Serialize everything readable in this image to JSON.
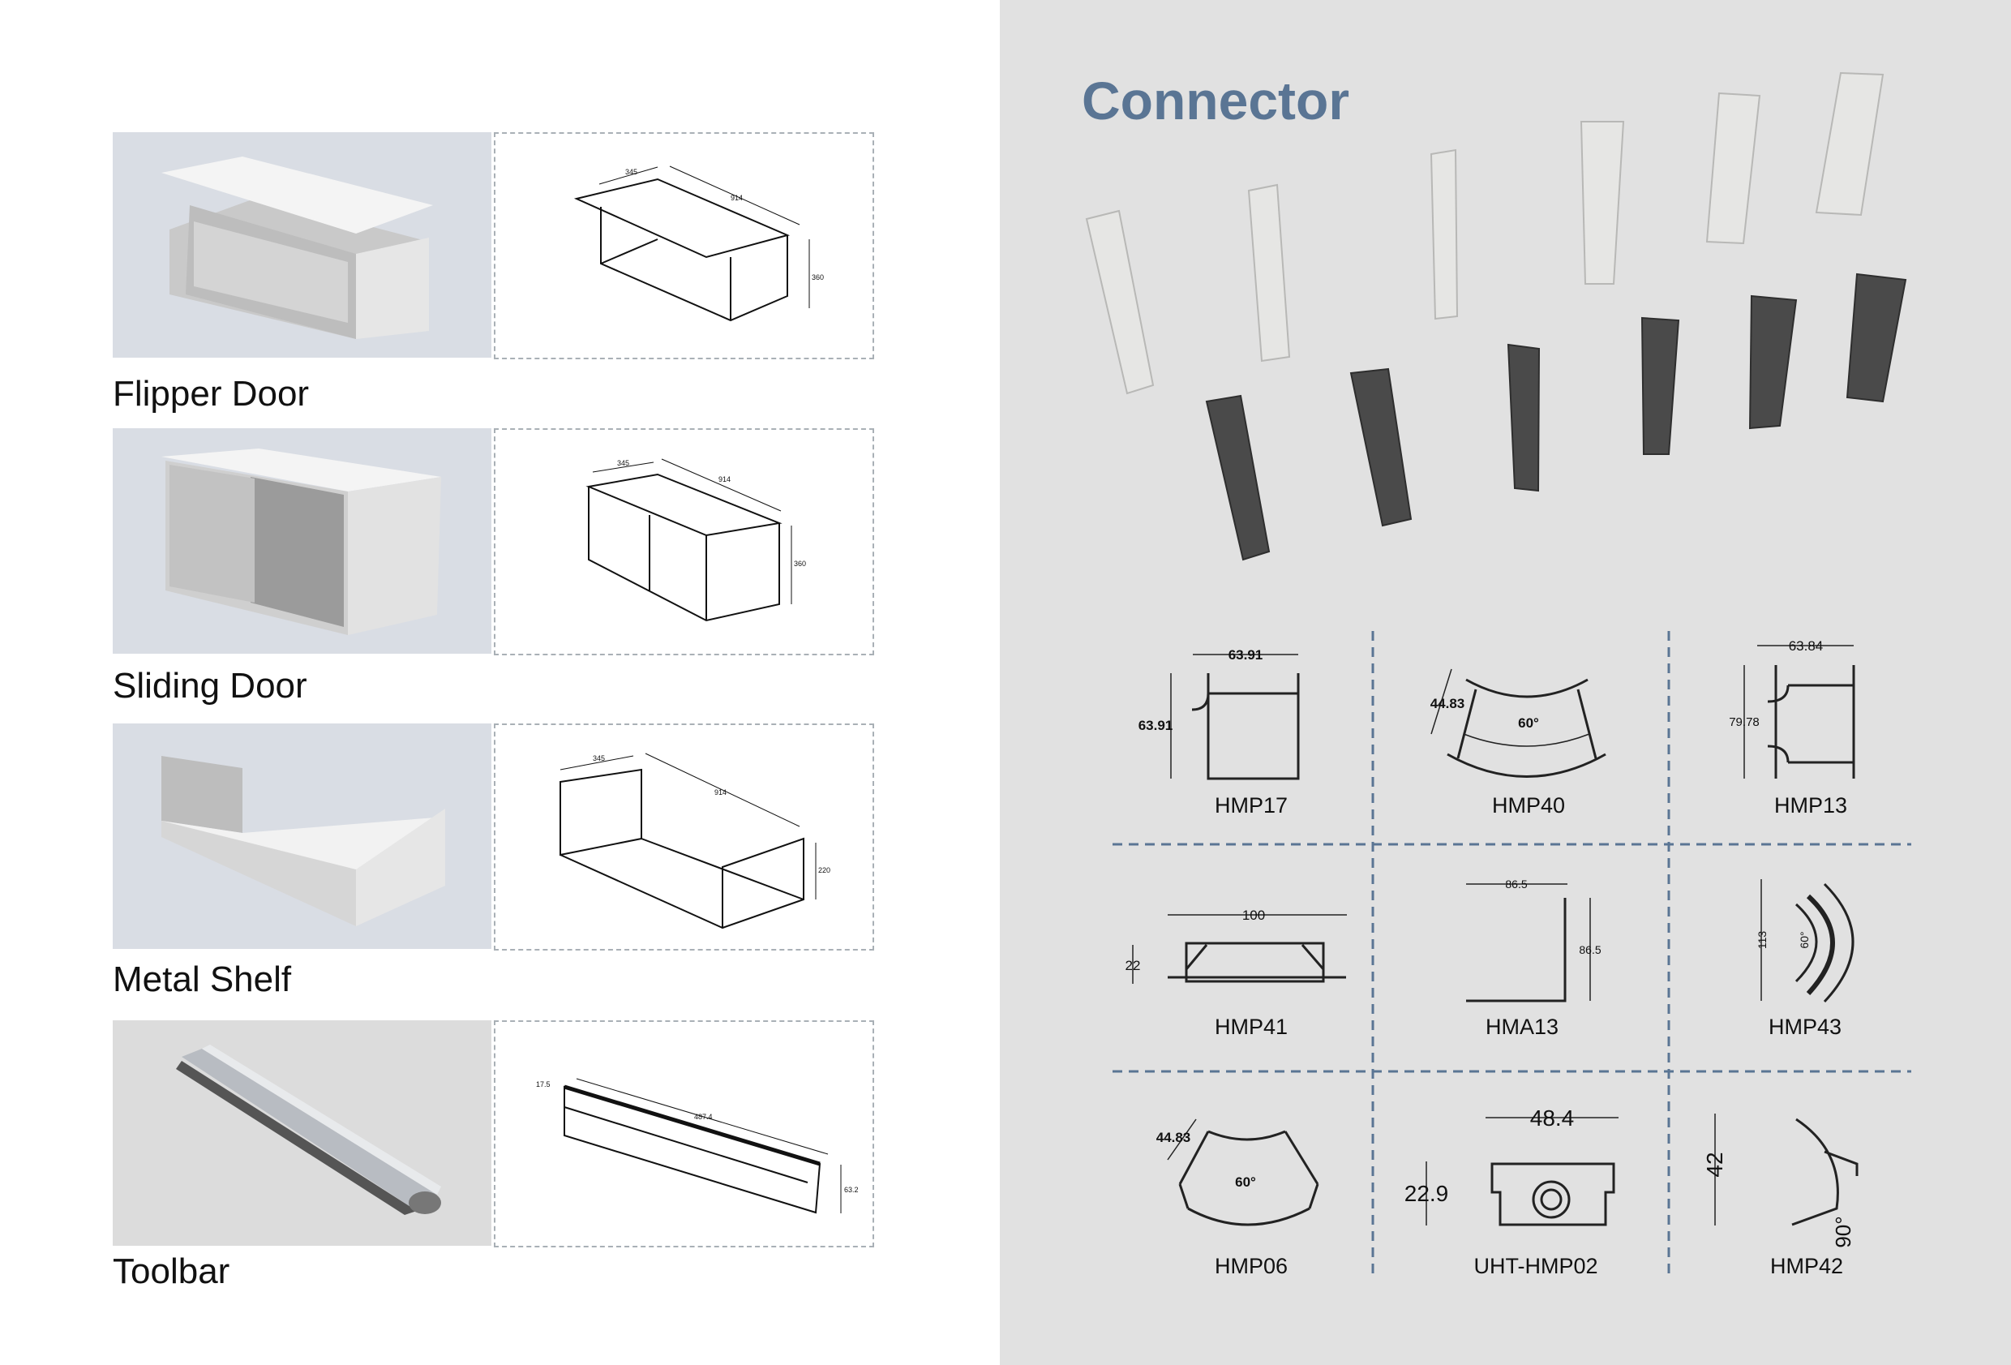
{
  "products": [
    {
      "name": "Flipper Door",
      "dims": [
        "345",
        "914",
        "360"
      ]
    },
    {
      "name": "Sliding Door",
      "dims": [
        "345",
        "914",
        "360"
      ]
    },
    {
      "name": "Metal Shelf",
      "dims": [
        "345",
        "914",
        "220"
      ]
    },
    {
      "name": "Toolbar",
      "dims": [
        "17.5",
        "487.4",
        "63.2"
      ]
    }
  ],
  "connector": {
    "title": "Connector",
    "parts": [
      {
        "code": "HMP17",
        "dims": [
          "63.91",
          "63.91"
        ]
      },
      {
        "code": "HMP40",
        "dims": [
          "44.83",
          "60°"
        ]
      },
      {
        "code": "HMP13",
        "dims": [
          "63.84",
          "79.78"
        ]
      },
      {
        "code": "HMP41",
        "dims": [
          "100",
          "22"
        ]
      },
      {
        "code": "HMA13",
        "dims": [
          "86.5",
          "86.5"
        ]
      },
      {
        "code": "HMP43",
        "dims": [
          "113",
          "60°"
        ]
      },
      {
        "code": "HMP06",
        "dims": [
          "44.83",
          "60°"
        ]
      },
      {
        "code": "UHT-HMP02",
        "dims": [
          "48.4",
          "22.9"
        ]
      },
      {
        "code": "HMP42",
        "dims": [
          "42",
          "90°"
        ]
      }
    ]
  },
  "colors": {
    "title": "#5a7594",
    "right_bg": "#e1e1e1",
    "divider": "#5a7594"
  }
}
